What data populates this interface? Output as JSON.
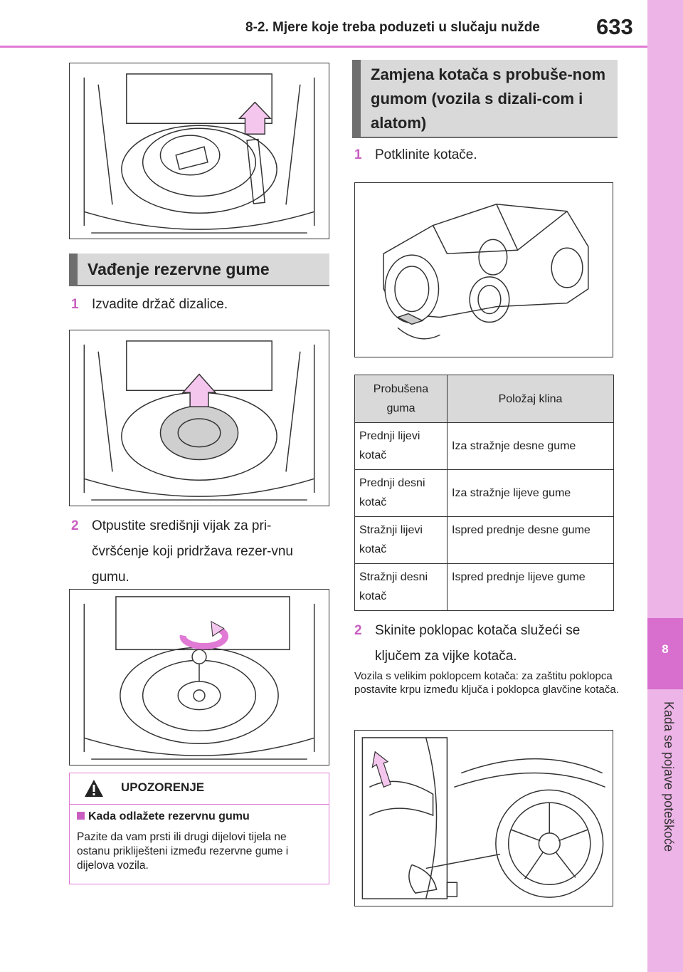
{
  "header": {
    "title": "8-2. Mjere koje treba poduzeti u slučaju nužde",
    "page_number": "633"
  },
  "side_tab": {
    "chapter_number": "8",
    "chapter_name": "Kada se pojave poteškoće"
  },
  "left_column": {
    "section_title": "Vađenje rezervne gume",
    "steps": [
      {
        "num": "1",
        "text": "Izvadite držač dizalice."
      },
      {
        "num": "2",
        "text": "Otpustite središnji vijak za pri-čvršćenje koji pridržava rezer-vnu gumu."
      }
    ],
    "warning": {
      "title": "UPOZORENJE",
      "subtitle": "Kada odlažete rezervnu gumu",
      "text": "Pazite da vam prsti ili drugi dijelovi tijela ne ostanu prikliješteni između rezervne gume i dijelova vozila."
    }
  },
  "right_column": {
    "section_title": "Zamjena kotača s probuše-nom gumom (vozila s dizali-com i alatom)",
    "steps": [
      {
        "num": "1",
        "text": "Potklinite kotače."
      },
      {
        "num": "2",
        "text": "Skinite poklopac kotača služeći se ključem za vijke kotača."
      }
    ],
    "table": {
      "headers": [
        "Probušena guma",
        "Položaj klina"
      ],
      "rows": [
        [
          "Prednji lijevi kotač",
          "Iza stražnje desne gume"
        ],
        [
          "Prednji desni kotač",
          "Iza stražnje lijeve gume"
        ],
        [
          "Stražnji lijevi kotač",
          "Ispred prednje desne gume"
        ],
        [
          "Stražnji desni kotač",
          "Ispred prednje lijeve gume"
        ]
      ]
    },
    "note": "Vozila s velikim poklopcem kotača: za zaštitu poklopca postavite krpu između ključa i poklopca glavčine kotača."
  },
  "colors": {
    "accent": "#c95ec0",
    "tab_light": "#edb4e7",
    "tab_dark": "#d86ecd",
    "heading_bg": "#d9d9d9",
    "arrow_fill": "#f4c6ee"
  },
  "icons": [
    "warning-triangle-icon",
    "up-arrow-icon",
    "rotate-arrow-icon"
  ]
}
